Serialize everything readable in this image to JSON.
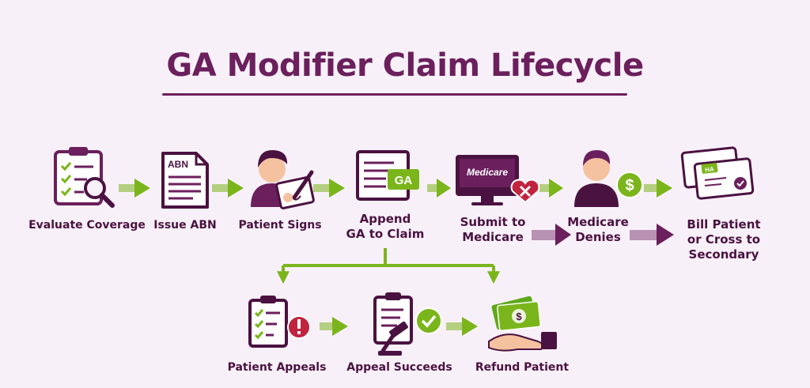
{
  "title": "GA Modifier Claim Lifecycle",
  "colors": {
    "plum": "#6b1f5c",
    "dark": "#4a1240",
    "green": "#7bb51c",
    "red": "#c0243f",
    "skin": "#f5c2a0",
    "background": "#f8f0f9"
  },
  "steps": {
    "evaluate": {
      "label": "Evaluate Coverage",
      "icon": "clipboard-magnifier-icon"
    },
    "issue": {
      "label": "Issue ABN",
      "icon": "abn-document-icon",
      "doc_text": "ABN"
    },
    "signs": {
      "label": "Patient Signs",
      "icon": "patient-signing-icon"
    },
    "append": {
      "label_line1": "Append",
      "label_line2": "GA to Claim",
      "icon": "claim-document-icon",
      "tag": "GA"
    },
    "submit": {
      "label_line1": "Submit to",
      "label_line2": "Medicare",
      "icon": "medicare-monitor-icon",
      "screen_text": "Medicare"
    },
    "denies": {
      "label_line1": "Medicare",
      "label_line2": "Denies",
      "icon": "person-dollar-icon"
    },
    "bill": {
      "label_line1": "Bill Patient",
      "label_line2": "or Cross to",
      "label_line3": "Secondary",
      "icon": "insurance-cards-icon",
      "card_tag": "HA"
    },
    "appeals": {
      "label": "Patient Appeals",
      "icon": "clipboard-alert-icon"
    },
    "succeeds": {
      "label": "Appeal Succeeds",
      "icon": "clipboard-gavel-icon"
    },
    "refund": {
      "label": "Refund Patient",
      "icon": "hand-cash-icon"
    }
  }
}
